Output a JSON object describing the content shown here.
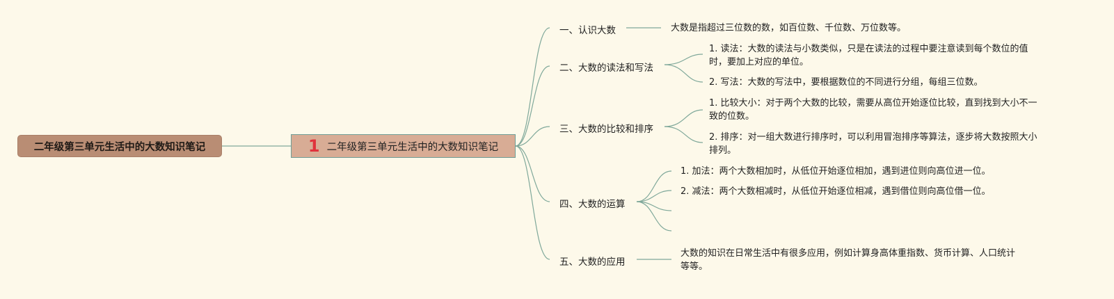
{
  "root": {
    "label": "二年级第三单元生活中的大数知识笔记"
  },
  "center": {
    "number": "1",
    "label": "二年级第三单元生活中的大数知识笔记"
  },
  "branches": [
    {
      "label": "一、认识大数",
      "leaves": [
        "大数是指超过三位数的数，如百位数、千位数、万位数等。"
      ]
    },
    {
      "label": "二、大数的读法和写法",
      "leaves": [
        "1. 读法：大数的读法与小数类似，只是在读法的过程中要注意读到每个数位的值时，要加上对应的单位。",
        "2. 写法：大数的写法中，要根据数位的不同进行分组，每组三位数。"
      ]
    },
    {
      "label": "三、大数的比较和排序",
      "leaves": [
        "1. 比较大小：对于两个大数的比较，需要从高位开始逐位比较，直到找到大小不一致的位数。",
        "2. 排序：对一组大数进行排序时，可以利用冒泡排序等算法，逐步将大数按照大小排列。"
      ]
    },
    {
      "label": "四、大数的运算",
      "leaves": [
        "1. 加法：两个大数相加时，从低位开始逐位相加，遇到进位则向高位进一位。",
        "2. 减法：两个大数相减时，从低位开始逐位相减，遇到借位则向高位借一位。",
        "",
        ""
      ]
    },
    {
      "label": "五、大数的应用",
      "leaves": [
        "大数的知识在日常生活中有很多应用，例如计算身高体重指数、货币计算、人口统计等等。"
      ]
    }
  ]
}
